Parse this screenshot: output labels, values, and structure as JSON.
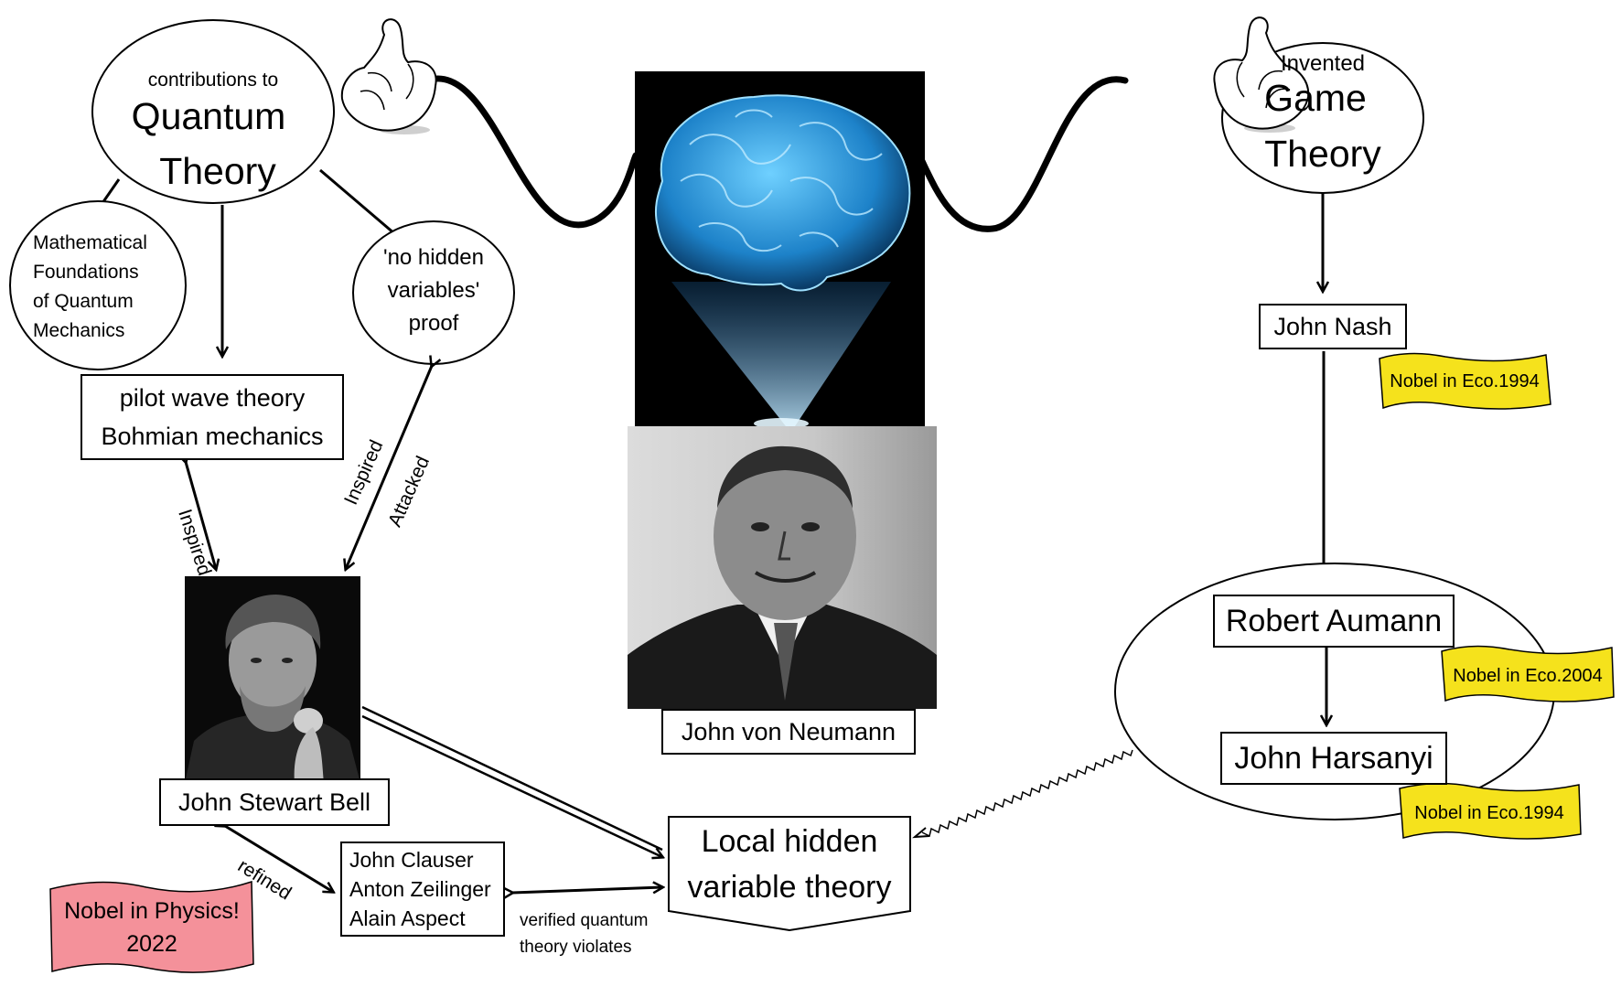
{
  "colors": {
    "nobel_eco": "#f5e21c",
    "nobel_physics": "#f4919a",
    "brain_glow": "#2f9be0",
    "brain_bg": "#000000",
    "line": "#000000"
  },
  "icons": [
    "thumbs-up-glove-icon",
    "thumbs-up-glove-icon"
  ],
  "quantum": {
    "title_small": "contributions to",
    "title_line1": "Quantum",
    "title_line2": "Theory",
    "math_foundations": [
      "Mathematical",
      "Foundations",
      "of Quantum",
      "Mechanics"
    ],
    "no_hidden_proof": [
      "'no hidden",
      "variables'",
      "proof"
    ],
    "pilot_wave": [
      "pilot wave theory",
      "Bohmian mechanics"
    ],
    "edge_inspired_1": "Inspired",
    "edge_inspired_2": "Inspired",
    "edge_attacked": "Attacked",
    "bell": "John Stewart Bell",
    "edge_refined": "refined",
    "experimenters": [
      "John Clauser",
      "Anton Zeilinger",
      "Alain Aspect"
    ],
    "nobel_physics": [
      "Nobel in Physics!",
      "2022"
    ],
    "verified_note": [
      "verified quantum",
      "theory violates"
    ],
    "local_hidden": [
      "Local hidden",
      "variable theory"
    ]
  },
  "center": {
    "name": "John von Neumann"
  },
  "game": {
    "title_small": "Invented",
    "title_line1": "Game",
    "title_line2": "Theory",
    "nash": "John Nash",
    "nash_nobel": "Nobel in Eco.1994",
    "aumann": "Robert Aumann",
    "aumann_nobel": "Nobel in Eco.2004",
    "harsanyi": "John Harsanyi",
    "harsanyi_nobel": "Nobel in Eco.1994"
  }
}
